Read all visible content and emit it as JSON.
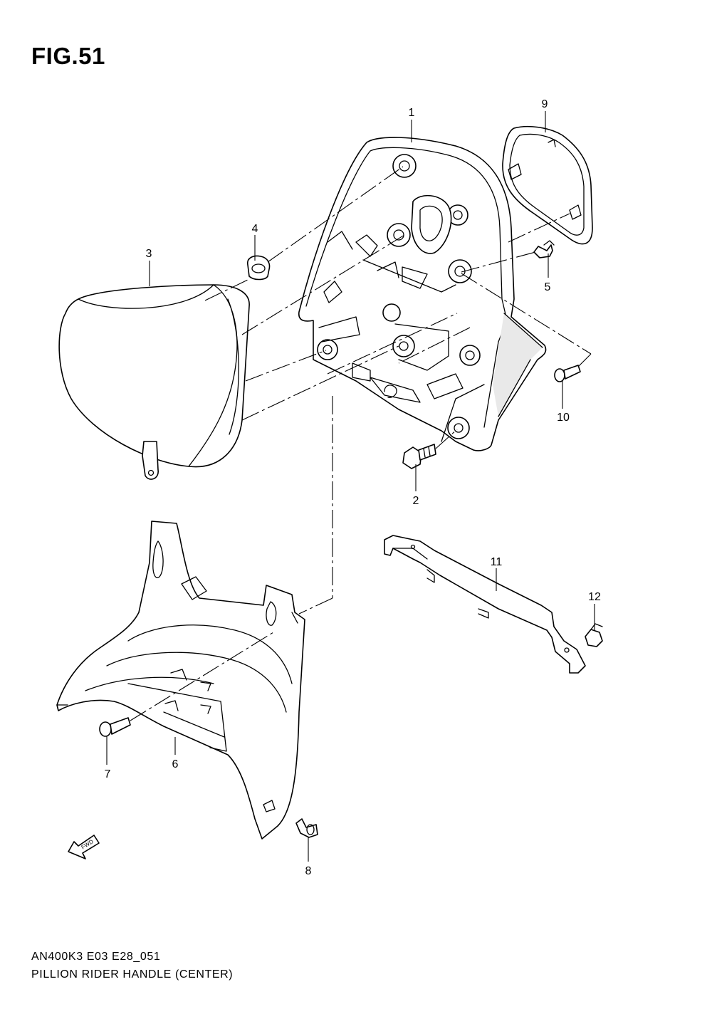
{
  "figure": {
    "title": "FIG.51",
    "model_code": "AN400K3 E03 E28_051",
    "caption": "PILLION RIDER HANDLE (CENTER)"
  },
  "callouts": [
    "1",
    "2",
    "3",
    "4",
    "5",
    "6",
    "7",
    "8",
    "9",
    "10",
    "11",
    "12"
  ],
  "direction_arrow": {
    "label": "FWD",
    "icon": "fwd-arrow-icon"
  }
}
